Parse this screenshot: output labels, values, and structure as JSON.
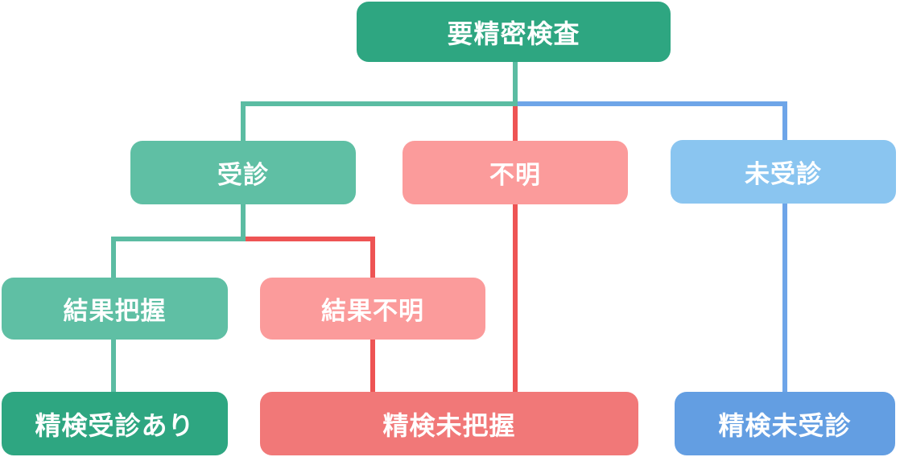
{
  "diagram": {
    "type": "flowchart",
    "root_label": "要精密検査",
    "nodes": [
      {
        "id": "root",
        "label": "要精密検査",
        "row": 1,
        "color_role": "dark_green"
      },
      {
        "id": "examined",
        "label": "受診",
        "row": 2,
        "color_role": "teal"
      },
      {
        "id": "unknown",
        "label": "不明",
        "row": 2,
        "color_role": "pink"
      },
      {
        "id": "not_examined",
        "label": "未受診",
        "row": 2,
        "color_role": "light_blue"
      },
      {
        "id": "result_known",
        "label": "結果把握",
        "row": 3,
        "color_role": "teal"
      },
      {
        "id": "result_unknown",
        "label": "結果不明",
        "row": 3,
        "color_role": "pink"
      },
      {
        "id": "followup_attended",
        "label": "精検受診あり",
        "row": 4,
        "color_role": "dark_green"
      },
      {
        "id": "followup_untracked",
        "label": "精検未把握",
        "row": 4,
        "color_role": "salmon"
      },
      {
        "id": "followup_missed",
        "label": "精検未受診",
        "row": 4,
        "color_role": "blue"
      }
    ],
    "edges": [
      {
        "from": "root",
        "to": "examined",
        "color_role": "teal_line"
      },
      {
        "from": "root",
        "to": "unknown",
        "color_role": "teal_line_then_red"
      },
      {
        "from": "root",
        "to": "not_examined",
        "color_role": "blue_line"
      },
      {
        "from": "examined",
        "to": "result_known",
        "color_role": "teal_line"
      },
      {
        "from": "examined",
        "to": "result_unknown",
        "color_role": "red_line"
      },
      {
        "from": "result_known",
        "to": "followup_attended",
        "color_role": "teal_line"
      },
      {
        "from": "result_unknown",
        "to": "followup_untracked",
        "color_role": "red_line"
      },
      {
        "from": "unknown",
        "to": "followup_untracked",
        "color_role": "red_line"
      },
      {
        "from": "not_examined",
        "to": "followup_missed",
        "color_role": "blue_line"
      }
    ],
    "colors": {
      "dark_green": "#2EA681",
      "teal": "#5FBFA4",
      "pink": "#FB9B9B",
      "salmon": "#F17878",
      "light_blue": "#8AC5F0",
      "blue": "#639EE2",
      "teal_line": "#5BBCA2",
      "red_line": "#EE5454",
      "blue_line": "#6EA5E8",
      "text": "#FFFFFF",
      "background": "#FFFFFF"
    }
  }
}
